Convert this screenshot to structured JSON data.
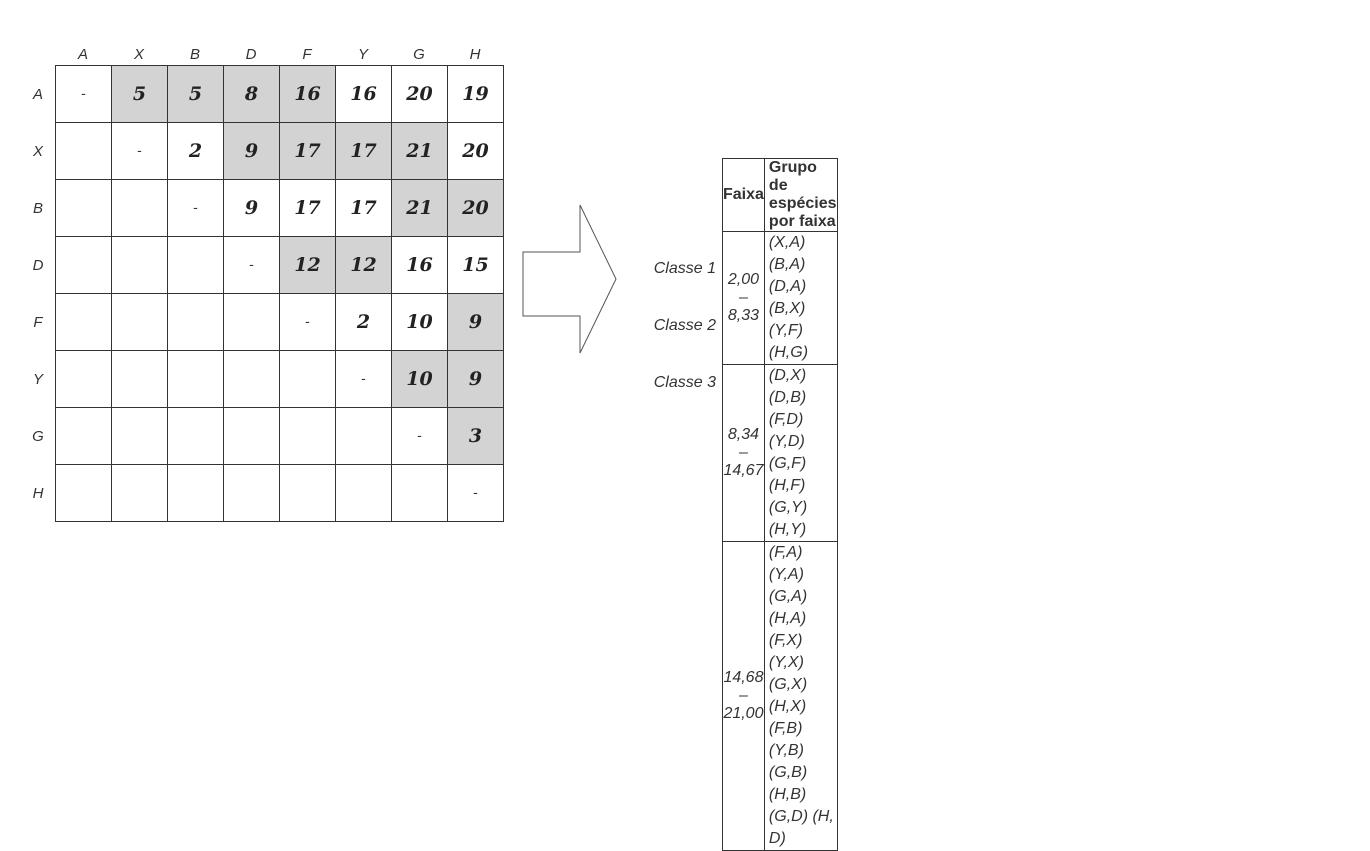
{
  "matrix": {
    "col_headers": [
      "A",
      "X",
      "B",
      "D",
      "F",
      "Y",
      "G",
      "H"
    ],
    "row_headers": [
      "A",
      "X",
      "B",
      "D",
      "F",
      "Y",
      "G",
      "H"
    ],
    "cells": [
      [
        "-",
        "5",
        "5",
        "8",
        "16",
        "16",
        "20",
        "19"
      ],
      [
        "",
        "-",
        "2",
        "9",
        "17",
        "17",
        "21",
        "20"
      ],
      [
        "",
        "",
        "-",
        "9",
        "17",
        "17",
        "21",
        "20"
      ],
      [
        "",
        "",
        "",
        "-",
        "12",
        "12",
        "16",
        "15"
      ],
      [
        "",
        "",
        "",
        "",
        "-",
        "2",
        "10",
        "9"
      ],
      [
        "",
        "",
        "",
        "",
        "",
        "-",
        "10",
        "9"
      ],
      [
        "",
        "",
        "",
        "",
        "",
        "",
        "-",
        "3"
      ],
      [
        "",
        "",
        "",
        "",
        "",
        "",
        "",
        "-"
      ]
    ],
    "shaded": [
      [
        false,
        true,
        true,
        true,
        true,
        false,
        false,
        false
      ],
      [
        false,
        false,
        false,
        true,
        true,
        true,
        true,
        false
      ],
      [
        false,
        false,
        false,
        false,
        false,
        false,
        true,
        true
      ],
      [
        false,
        false,
        false,
        false,
        true,
        true,
        false,
        false
      ],
      [
        false,
        false,
        false,
        false,
        false,
        false,
        false,
        true
      ],
      [
        false,
        false,
        false,
        false,
        false,
        false,
        true,
        true
      ],
      [
        false,
        false,
        false,
        false,
        false,
        false,
        false,
        true
      ],
      [
        false,
        false,
        false,
        false,
        false,
        false,
        false,
        false
      ]
    ],
    "shade_color": "#d3d3d3"
  },
  "classes_table": {
    "header_faixa": "Faixa",
    "header_grupo": "Grupo de espécies por faixa",
    "rows": [
      {
        "label": "Classe 1",
        "faixa": "2,00 – 8,33",
        "grupo": "(X,A) (B,A) (D,A) (B,X) (Y,F) (H,G)"
      },
      {
        "label": "Classe 2",
        "faixa": "8,34 – 14,67",
        "grupo": "(D,X) (D,B) (F,D) (Y,D) (G,F) (H,F) (G,Y) (H,Y)"
      },
      {
        "label": "Classe 3",
        "faixa": "14,68 – 21,00",
        "grupo": "(F,A) (Y,A) (G,A) (H,A) (F,X) (Y,X) (G,X)",
        "grupo_line2": "(H,X) (F,B) (Y,B) (G,B) (H,B) (G,D) (H, D)"
      }
    ]
  }
}
